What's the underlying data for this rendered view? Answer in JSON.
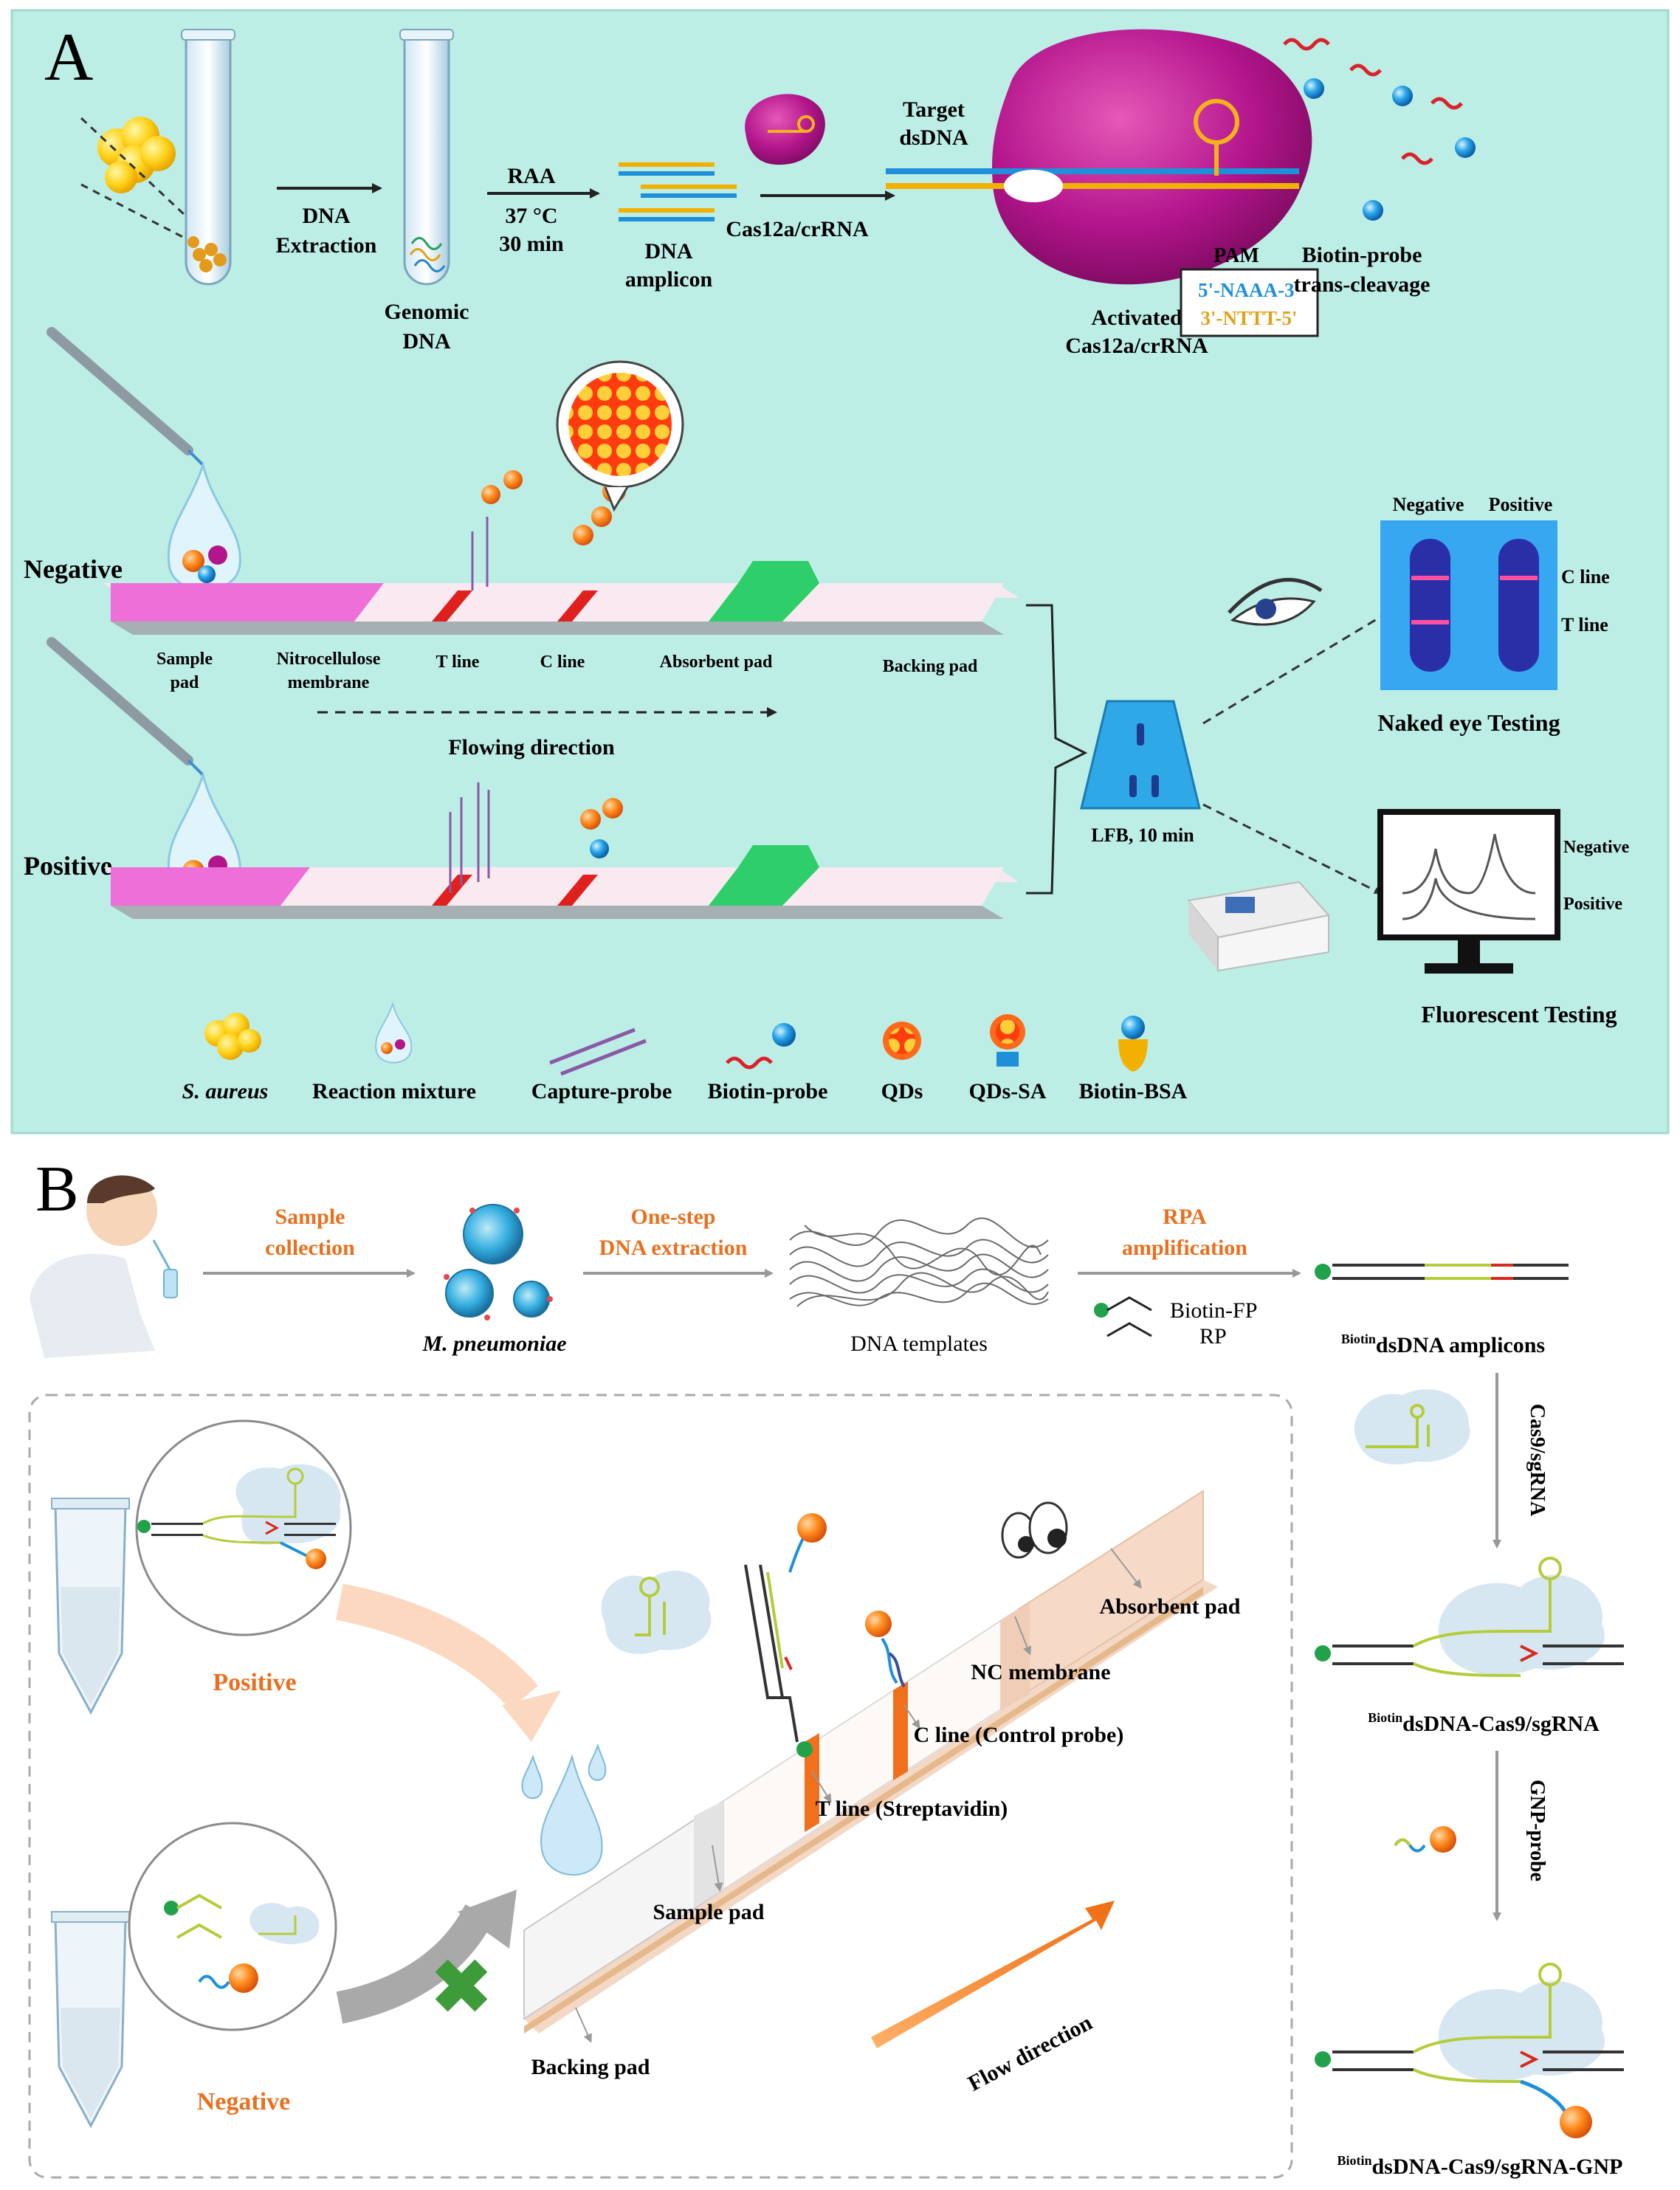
{
  "panel_a": {
    "letter": "A",
    "colors": {
      "background": "#bdeee6",
      "sample_pad": "#ee6fd8",
      "absorbent_pad": "#2ecf6a",
      "line_red": "#e0201c",
      "protein": "#b3158c",
      "qd": "#ff7a12"
    },
    "workflow": {
      "dna_extraction_1": "DNA",
      "dna_extraction_2": "Extraction",
      "genomic_1": "Genomic",
      "genomic_2": "DNA",
      "raa": "RAA",
      "temp": "37 °C",
      "time": "30 min",
      "amplicon_1": "DNA",
      "amplicon_2": "amplicon",
      "cas12a": "Cas12a/crRNA",
      "target_1": "Target",
      "target_2": "dsDNA",
      "activated_1": "Activated",
      "activated_2": "Cas12a/crRNA",
      "pam": "PAM",
      "pam_seq_top": "5'-NAAA-3'",
      "pam_seq_bottom": "3'-NTTT-5'",
      "biotin_cleave_1": "Biotin-probe",
      "biotin_cleave_2": "trans-cleavage"
    },
    "strip": {
      "negative": "Negative",
      "positive": "Positive",
      "sample_pad_1": "Sample",
      "sample_pad_2": "pad",
      "nitro_1": "Nitrocellulose",
      "nitro_2": "membrane",
      "t_line": "T line",
      "c_line": "C line",
      "absorbent": "Absorbent pad",
      "backing": "Backing pad",
      "flow": "Flowing direction",
      "lfb": "LFB, 10 min"
    },
    "readout": {
      "neg": "Negative",
      "pos": "Positive",
      "c_line": "C line",
      "t_line": "T line",
      "naked_eye": "Naked eye Testing",
      "monitor_neg": "Negative",
      "monitor_pos": "Positive",
      "fluorescent": "Fluorescent Testing"
    },
    "legend": [
      "S. aureus",
      "Reaction mixture",
      "Capture-probe",
      "Biotin-probe",
      "QDs",
      "QDs-SA",
      "Biotin-BSA"
    ]
  },
  "panel_b": {
    "letter": "B",
    "colors": {
      "accent": "#e8701f",
      "dna_green": "#b5cc3a",
      "dna_red": "#d72a1e",
      "protein": "#d7e7f2",
      "gnp": "#f28a1f",
      "strip_pad": "#f6d9c6"
    },
    "workflow": {
      "sample_1": "Sample",
      "sample_2": "collection",
      "organism": "M. pneumoniae",
      "extract_1": "One-step",
      "extract_2": "DNA extraction",
      "templates": "DNA templates",
      "rpa_1": "RPA",
      "rpa_2": "amplification",
      "biotin_fp": "Biotin-FP",
      "rp": "RP",
      "sup": "Biotin",
      "amplicons": "dsDNA amplicons",
      "cas9_step": "Cas9/sgRNA",
      "complex": "dsDNA-Cas9/sgRNA",
      "gnp_step": "GNP-probe",
      "final": "dsDNA-Cas9/sgRNA-GNP"
    },
    "strip": {
      "positive": "Positive",
      "negative": "Negative",
      "absorbent": "Absorbent pad",
      "nc": "NC membrane",
      "c_line": "C line (Control probe)",
      "t_line": "T line (Streptavidin)",
      "sample_pad": "Sample pad",
      "backing": "Backing pad",
      "flow": "Flow direction"
    }
  }
}
